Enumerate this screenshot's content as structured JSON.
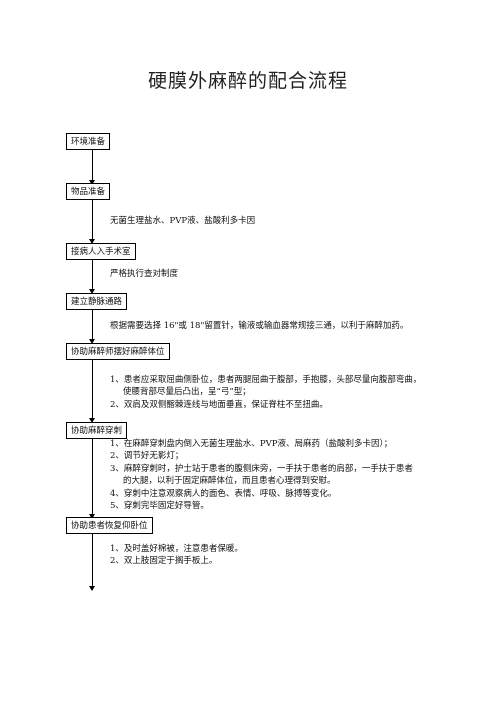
{
  "title": "硬膜外麻醉的配合流程",
  "steps": [
    {
      "label": "环境准备",
      "notes": []
    },
    {
      "label": "物品准备",
      "notes": [
        "无菌生理盐水、PVP液、盐酸利多卡因"
      ]
    },
    {
      "label": "接病人入手术室",
      "notes": [
        "严格执行查对制度"
      ]
    },
    {
      "label": "建立静脉通路",
      "notes": [
        "根据需要选择 16\"或 18\"留置针，输液或输血器常规接三通，以利于麻醉加药。"
      ]
    },
    {
      "label": "协助麻醉师摆好麻醉体位",
      "notes": [
        "1、患者应采取屈曲侧卧位，患者两腿屈曲于腹部，手抱膝，头部尽量向腹部弯曲，",
        "使腰背部尽量后凸出，呈“弓”型；",
        "2、双肩及双侧髂棘连线与地面垂直，保证脊柱不至扭曲。"
      ]
    },
    {
      "label": "协助麻醉穿刺",
      "notes": [
        "1、在麻醉穿刺盘内倒入无菌生理盐水、PVP液、局麻药（盐酸利多卡因）；",
        "2、调节好无影灯；",
        "3、麻醉穿刺时，护士站于患者的腹侧床旁，一手扶于患者的肩部，一手扶于患者",
        "的大腿，以利于固定麻醉体位，而且患者心理得到安慰。",
        "4、穿刺中注意观察病人的面色、表情、呼吸、脉搏等变化。",
        "5、穿刺完毕固定好导管。"
      ]
    },
    {
      "label": "协助患者恢复仰卧位",
      "notes": [
        "1、及时盖好棉被，注意患者保暖。",
        "2、双上肢固定于搁手板上。"
      ]
    }
  ]
}
